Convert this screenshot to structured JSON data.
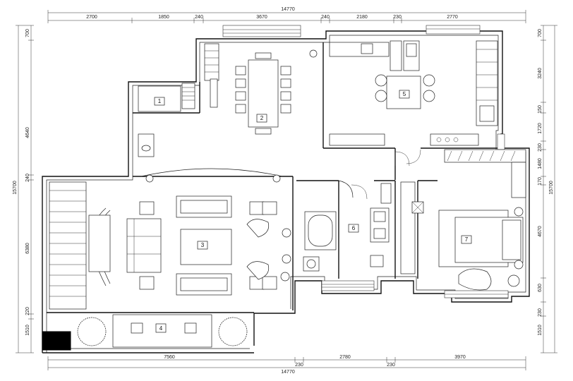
{
  "dimensions": {
    "top_total": "14770",
    "top_segments": [
      "2700",
      "1850",
      "240",
      "3670",
      "240",
      "2180",
      "230",
      "2770"
    ],
    "bottom_total": "14770",
    "bottom_segments": [
      "7560",
      "2780",
      "3970"
    ],
    "bottom_small": [
      "230",
      "230"
    ],
    "left_total": "15700",
    "left_segments": [
      "700",
      "4640",
      "240",
      "6380",
      "220",
      "1510"
    ],
    "right_total": "15700",
    "right_segments": [
      "700",
      "3240",
      "150",
      "1720",
      "230",
      "1480",
      "170",
      "4670",
      "630",
      "230",
      "1510"
    ]
  },
  "rooms": [
    "1",
    "2",
    "3",
    "4",
    "5",
    "6",
    "7"
  ]
}
